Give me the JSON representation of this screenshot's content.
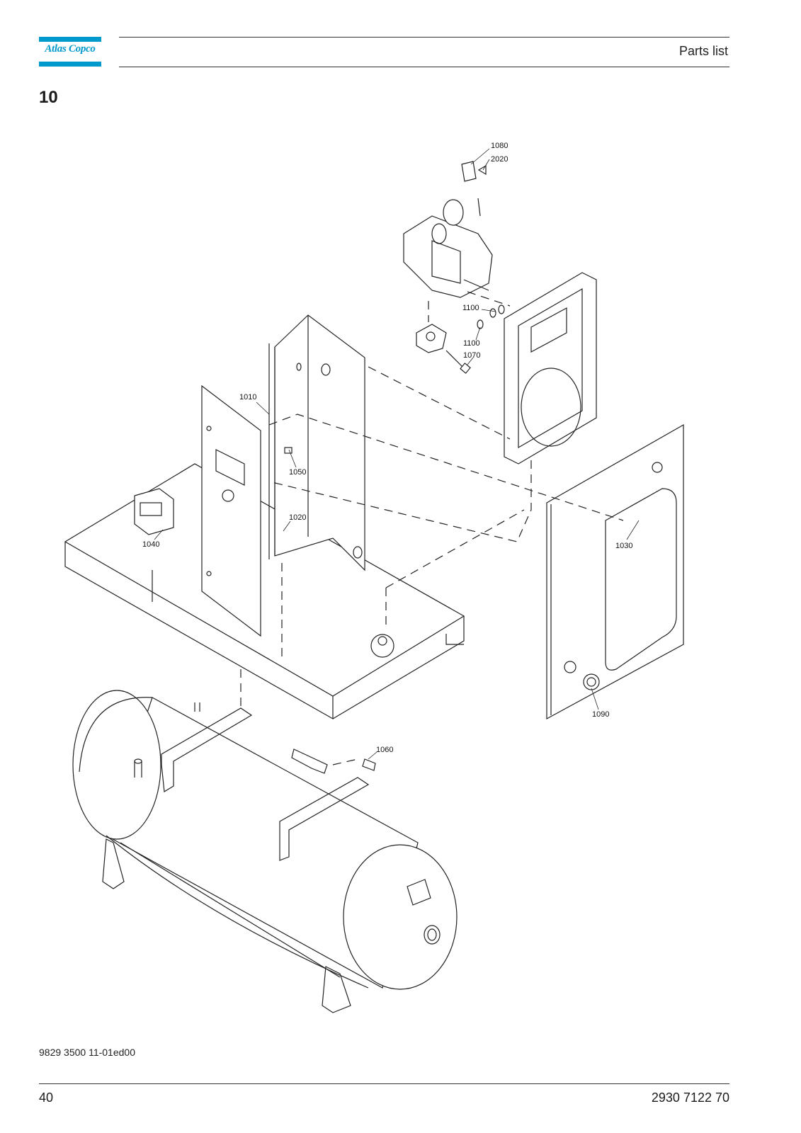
{
  "header": {
    "brand": "Atlas Copco",
    "title": "Parts list"
  },
  "section_number": "10",
  "callouts": {
    "c1080": "1080",
    "c2020": "2020",
    "c1100a": "1100",
    "c1100b": "1100",
    "c1070": "1070",
    "c1010": "1010",
    "c1050": "1050",
    "c1020": "1020",
    "c1040": "1040",
    "c1030": "1030",
    "c1090": "1090",
    "c1060": "1060"
  },
  "footer": {
    "doc_code": "9829 3500 11-01ed00",
    "page_number": "40",
    "part_number": "2930 7122 70"
  },
  "colors": {
    "brand_blue": "#0099cc",
    "line": "#222222"
  }
}
